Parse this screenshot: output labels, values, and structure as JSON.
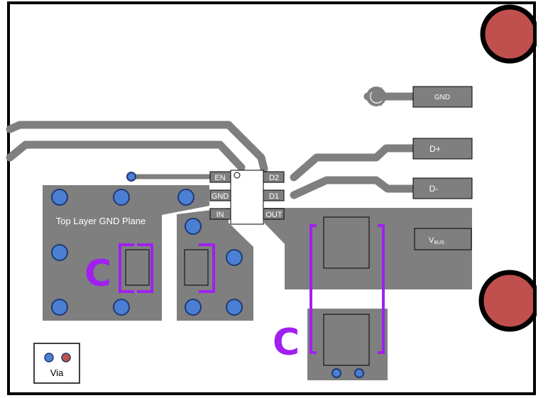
{
  "ic": {
    "pins_left": [
      "EN",
      "GND",
      "IN"
    ],
    "pins_right": [
      "D2",
      "D1",
      "OUT"
    ]
  },
  "pads": {
    "gnd": "GND",
    "dplus": "D+",
    "dminus": "D-",
    "vbus_main": "V",
    "vbus_sub": "BUS"
  },
  "plane_label": "Top Layer GND Plane",
  "capacitor_marks": [
    "C",
    "C"
  ],
  "legend": {
    "label": "Via"
  },
  "colors": {
    "board_outline": "#000000",
    "copper": "#7f7f7f",
    "via_fill": "#4a7fd4",
    "via_edge": "#1f3a70",
    "via_other": "#c0504d",
    "mount_hole": "#c0504d",
    "silkscreen_cap": "#a020f0",
    "ic_body": "#ffffff"
  }
}
